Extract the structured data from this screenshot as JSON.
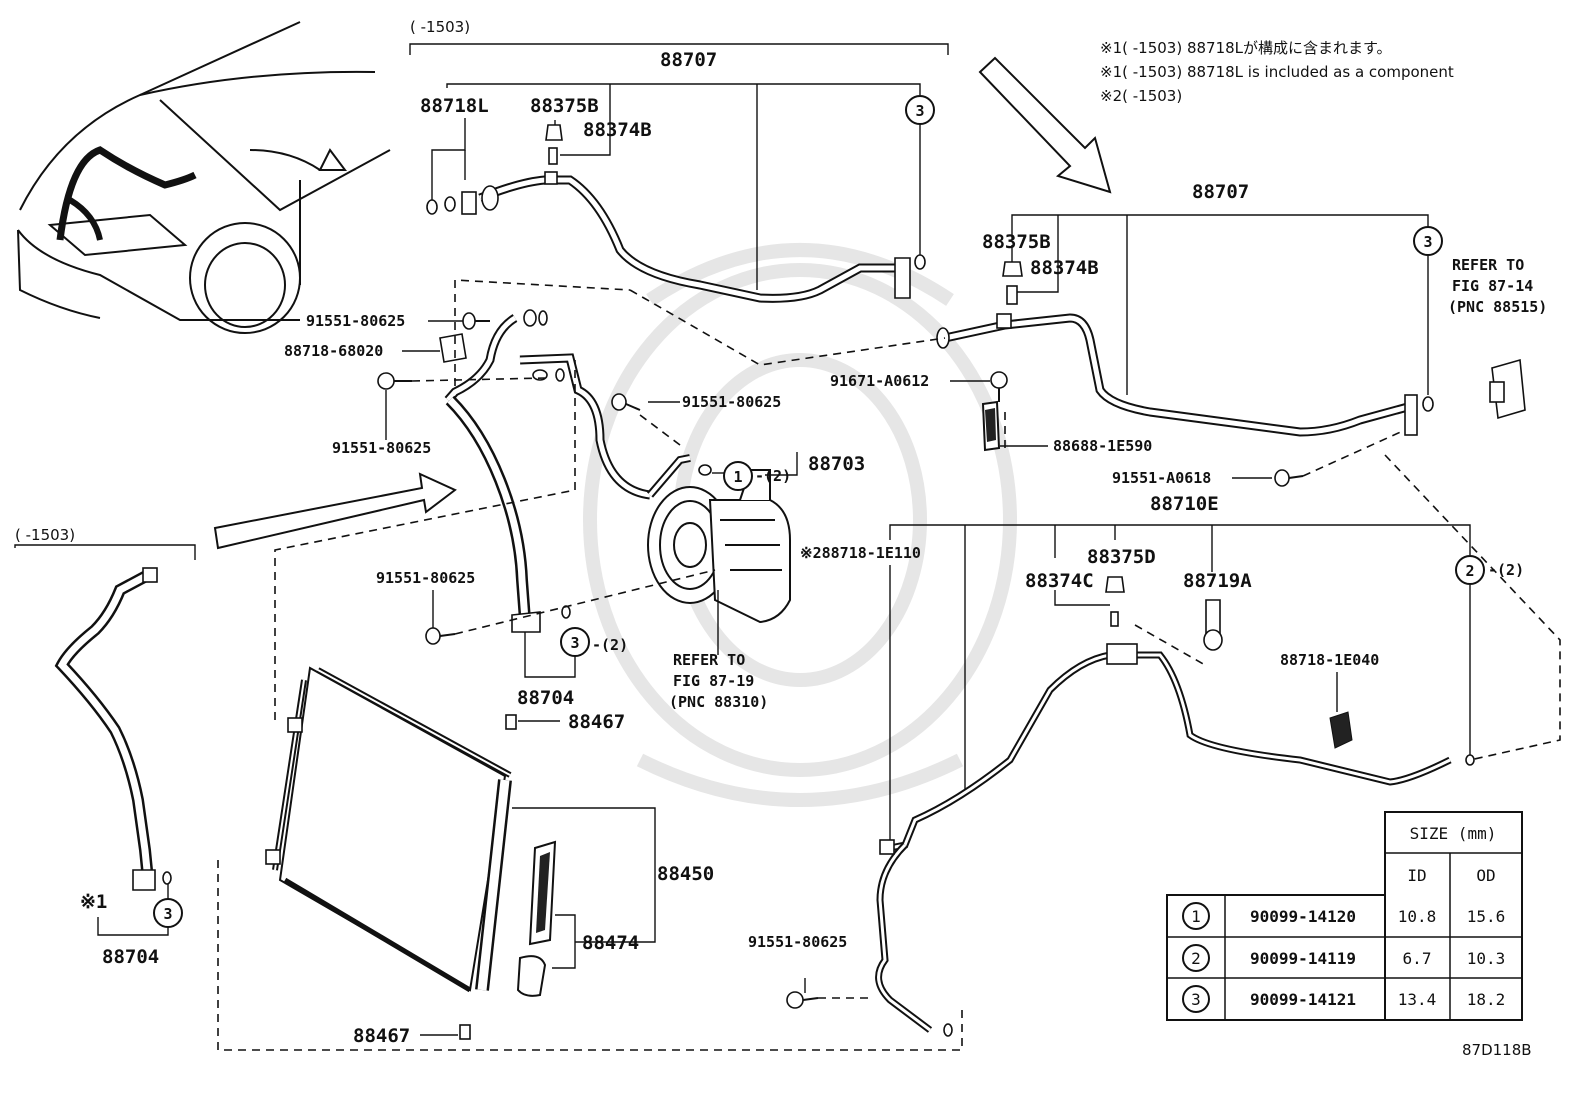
{
  "notes": {
    "line1": "※1(        -1503) 88718Lが構成に含まれます。",
    "line2": "※1(        -1503) 88718L is included as a component",
    "line3": "※2(        -1503)"
  },
  "ranges": {
    "top": "(       -1503)",
    "left": "(       -1503)"
  },
  "labels": {
    "a88707_top": "88707",
    "a88718L": "88718L",
    "a88375B_top": "88375B",
    "a88374B_top": "88374B",
    "a88707_right": "88707",
    "a88375B_right": "88375B",
    "a88374B_right": "88374B",
    "a91551_80625_1": "91551-80625",
    "a88718_68020": "88718-68020",
    "a91551_80625_2": "91551-80625",
    "a91551_80625_3": "91551-80625",
    "a88703": "88703",
    "a91671_A0612": "91671-A0612",
    "a88688_1E590": "88688-1E590",
    "a91551_A0618": "91551-A0618",
    "a88710E": "88710E",
    "a288718_1E110": "※288718-1E110",
    "a88375D": "88375D",
    "a88374C": "88374C",
    "a88719A": "88719A",
    "a91551_80625_4": "91551-80625",
    "a88704_mid": "88704",
    "a88467_top": "88467",
    "a88718_1E040": "88718-1E040",
    "a88450": "88450",
    "a88474": "88474",
    "a88467_bot": "88467",
    "a91551_80625_5": "91551-80625",
    "a88704_left": "88704",
    "mark1_left": "※1",
    "c1_suffix": "-(2)",
    "c3_mid_suffix": "-(2)",
    "c2_right_suffix": "-(2)",
    "diagram_code": "87D118B"
  },
  "circles": {
    "c1": "1",
    "c2": "2",
    "c3": "3"
  },
  "refs": {
    "fig87_14": [
      "REFER TO",
      "FIG 87-14",
      "(PNC 88515)"
    ],
    "fig87_19": [
      "REFER TO",
      "FIG 87-19",
      "(PNC 88310)"
    ]
  },
  "size_table": {
    "header": "SIZE (mm)",
    "col_id": "ID",
    "col_od": "OD",
    "rows": [
      {
        "mark": "1",
        "part": "90099-14120",
        "id": "10.8",
        "od": "15.6"
      },
      {
        "mark": "2",
        "part": "90099-14119",
        "id": "6.7",
        "od": "10.3"
      },
      {
        "mark": "3",
        "part": "90099-14121",
        "id": "13.4",
        "od": "18.2"
      }
    ]
  }
}
